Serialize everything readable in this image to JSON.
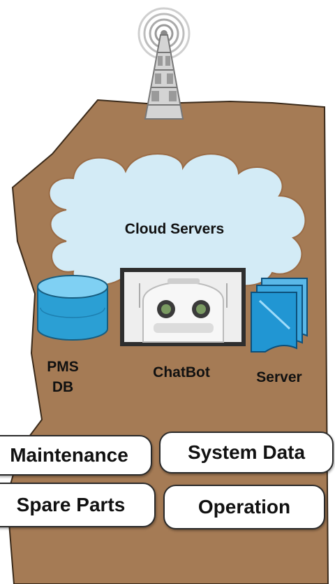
{
  "diagram": {
    "cloud_label": "Cloud Servers",
    "nodes": {
      "pms_db": "PMS\nDB",
      "chatbot": "ChatBot",
      "server": "Server"
    },
    "pills": {
      "maintenance": "Maintenance",
      "system_data": "System Data",
      "spare_parts": "Spare Parts",
      "operation": "Operation"
    }
  },
  "colors": {
    "land": "#a57b55",
    "cloud": "#d3ebf6",
    "database": "#2b9fd4",
    "server": "#2196d3",
    "tower": "#c9c9c9"
  }
}
